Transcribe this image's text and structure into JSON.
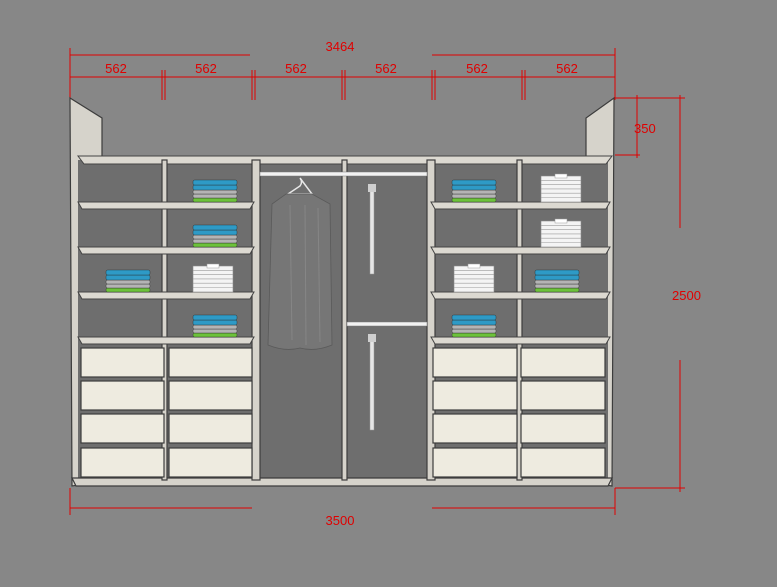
{
  "drawing": {
    "overall_width_top": "3464",
    "overall_width_bottom": "3500",
    "height": "2500",
    "top_gap": "350",
    "sections": [
      "562",
      "562",
      "562",
      "562",
      "562",
      "562"
    ]
  },
  "colors": {
    "background": "#878787",
    "dimension": "#e00000",
    "carcass": "#d6d3cb",
    "interior": "#6e6e6e",
    "towel_blue": "#2e9ac6",
    "towel_green": "#6cc23a",
    "towel_grey": "#b4b4b4",
    "shirt_white": "#f4f4f4",
    "dress": "#6f6f6f"
  }
}
